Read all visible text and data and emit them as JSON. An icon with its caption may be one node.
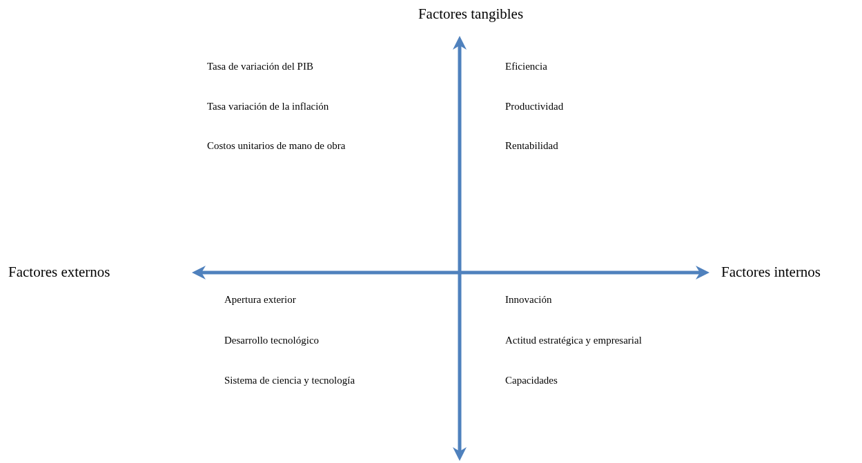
{
  "diagram": {
    "labels": [
      "Factores tangibles",
      "Tasa de variación del PIB",
      "Eficiencia",
      "Tasa variación de la inflación",
      "Productividad",
      "Costos unitarios de mano de obra",
      "Rentabilidad",
      "Factores externos",
      "Factores internos",
      "Apertura exterior",
      "Innovación",
      "Desarrollo tecnológico",
      "Actitud estratégica y empresarial",
      "Sistema de ciencia y tecnología",
      "Capacidades"
    ]
  }
}
